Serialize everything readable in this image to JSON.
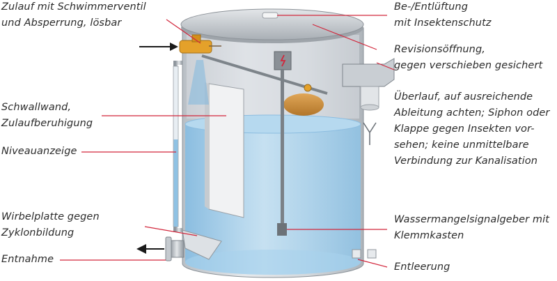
{
  "colors": {
    "leader_line": "#d2263b",
    "tank_metal": "#cfd4d9",
    "water": "#9cc9e6",
    "float": "#c98a3a",
    "valve": "#e4a12a"
  },
  "labels": {
    "inlet": [
      "Zulauf mit Schwimmerventil",
      "und Absperrung, lösbar"
    ],
    "baffle": [
      "Schwallwand,",
      "Zulaufberuhigung"
    ],
    "level_indicator": [
      "Niveauanzeige"
    ],
    "vortex_plate": [
      "Wirbelplatte gegen",
      "Zyklonbildung"
    ],
    "outlet": [
      "Entnahme"
    ],
    "ventilation": [
      "Be-/Entlüftung",
      "mit Insektenschutz"
    ],
    "inspection_opening": [
      "Revisionsöffnung,",
      "gegen verschieben gesichert"
    ],
    "overflow": [
      "Überlauf, auf ausreichende",
      "Ableitung achten; Siphon oder",
      "Klappe gegen Insekten vor-",
      "sehen; keine unmittelbare",
      "Verbindung zur Kanalisation"
    ],
    "low_water_sensor": [
      "Wassermangelsignalgeber mit",
      "Klemmkasten"
    ],
    "drain": [
      "Entleerung"
    ]
  }
}
